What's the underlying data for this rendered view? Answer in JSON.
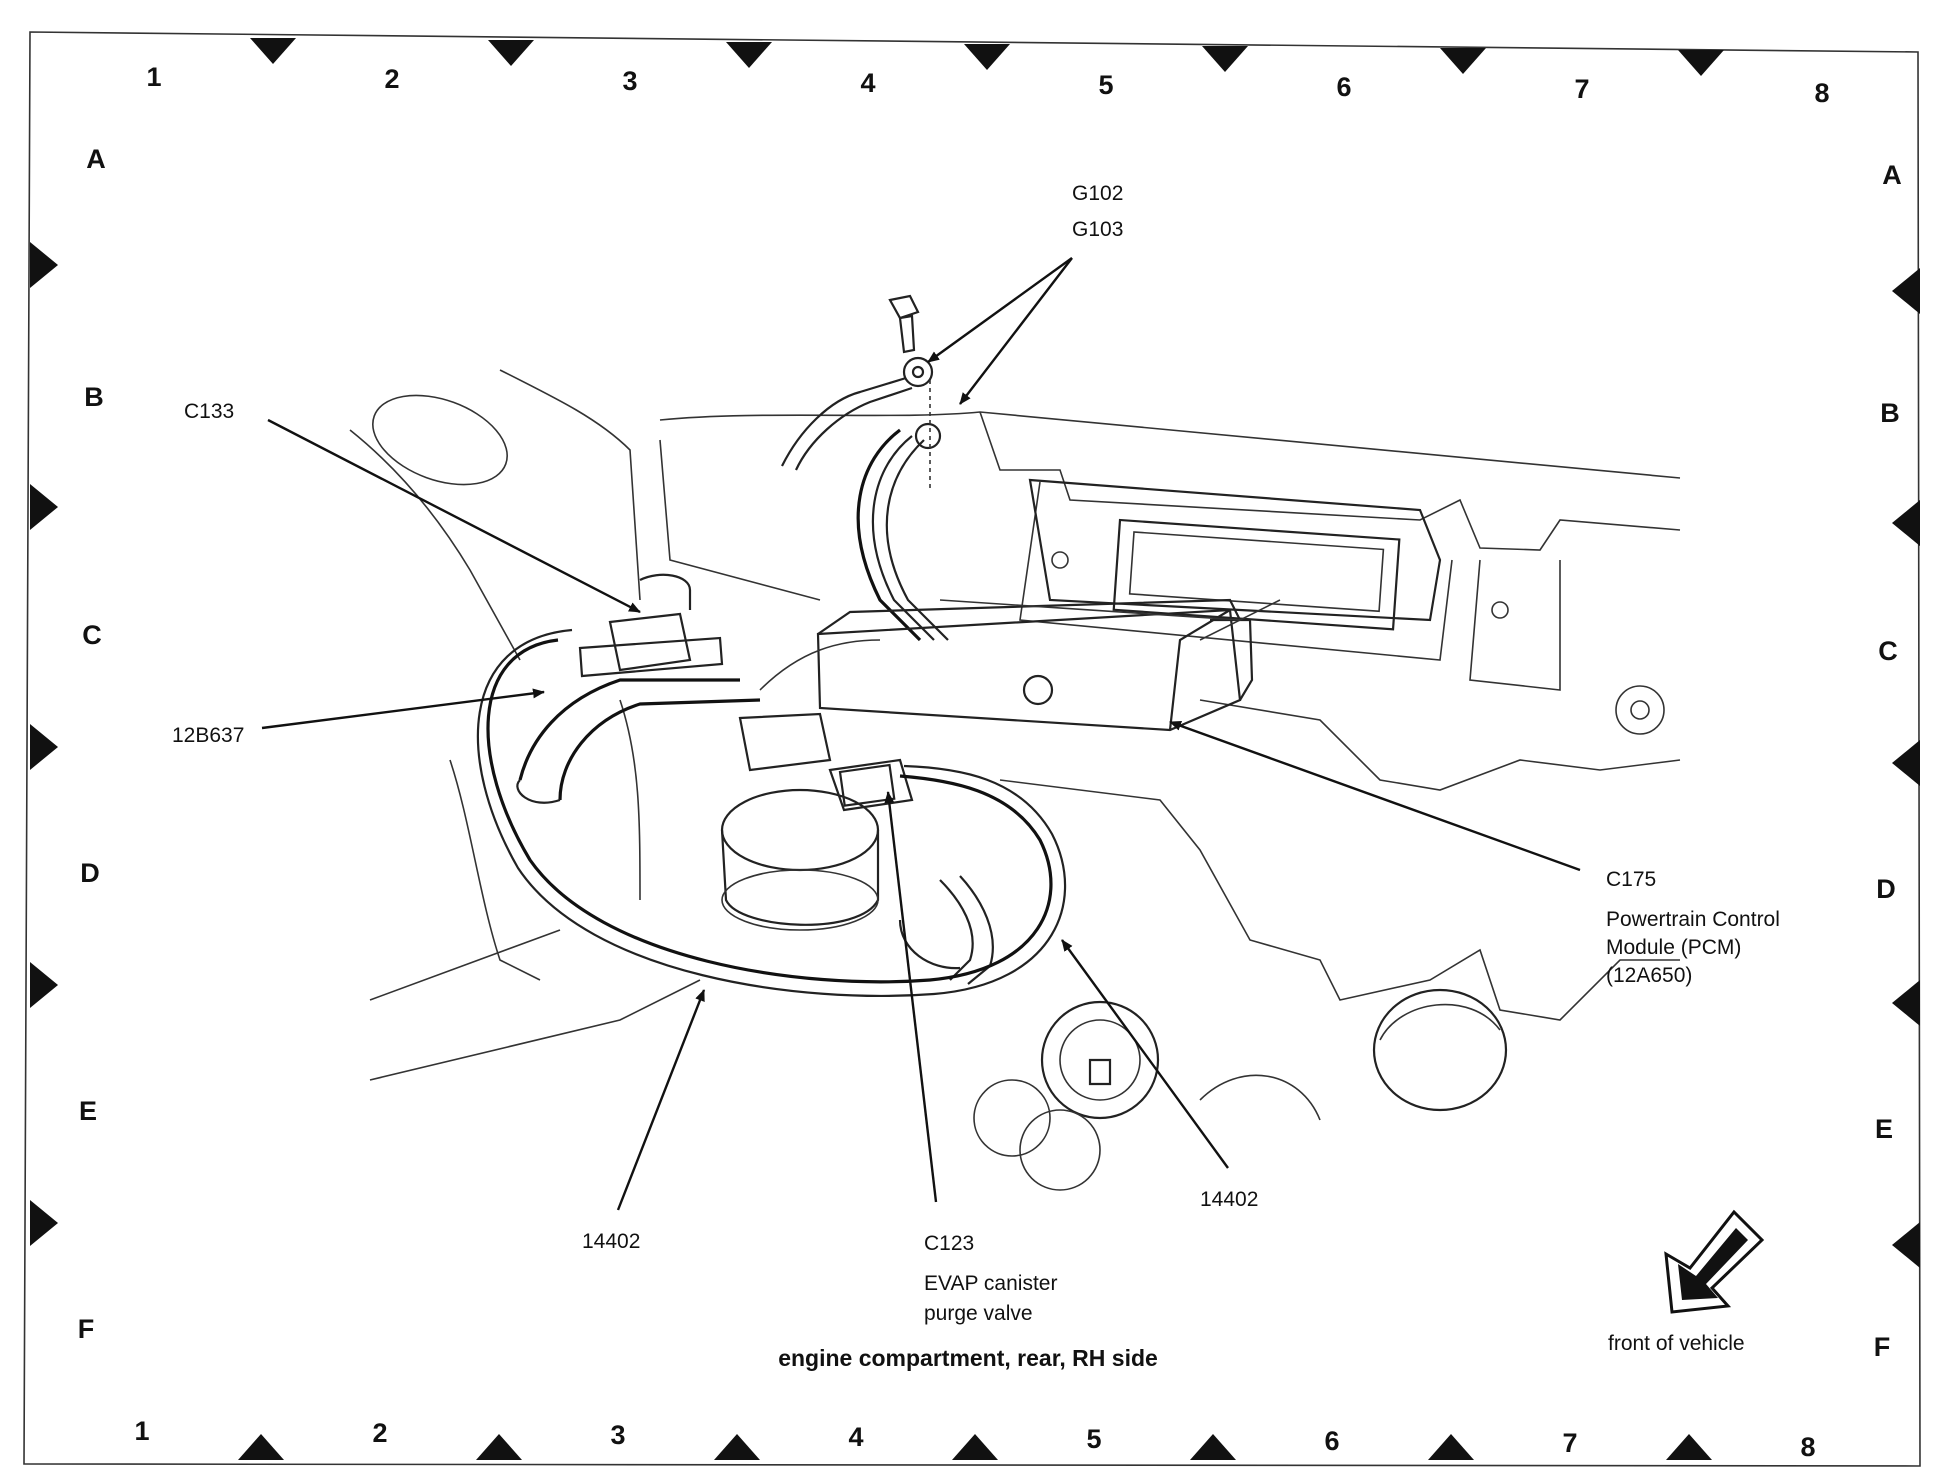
{
  "grid": {
    "columns": [
      "1",
      "2",
      "3",
      "4",
      "5",
      "6",
      "7",
      "8"
    ],
    "rows": [
      "A",
      "B",
      "C",
      "D",
      "E",
      "F"
    ]
  },
  "labels": {
    "g102": "G102",
    "g103": "G103",
    "c133": "C133",
    "harness_12b637": "12B637",
    "c175": "C175",
    "pcm_line1": "Powertrain Control",
    "pcm_line2": "Module (PCM)",
    "pcm_line3": "(12A650)",
    "hose_left": "14402",
    "hose_right": "14402",
    "c123": "C123",
    "evap_line1": "EVAP canister",
    "evap_line2": "purge valve"
  },
  "caption": "engine compartment, rear, RH side",
  "orientation": {
    "text": "front of vehicle",
    "icon": "front-arrow-icon"
  }
}
